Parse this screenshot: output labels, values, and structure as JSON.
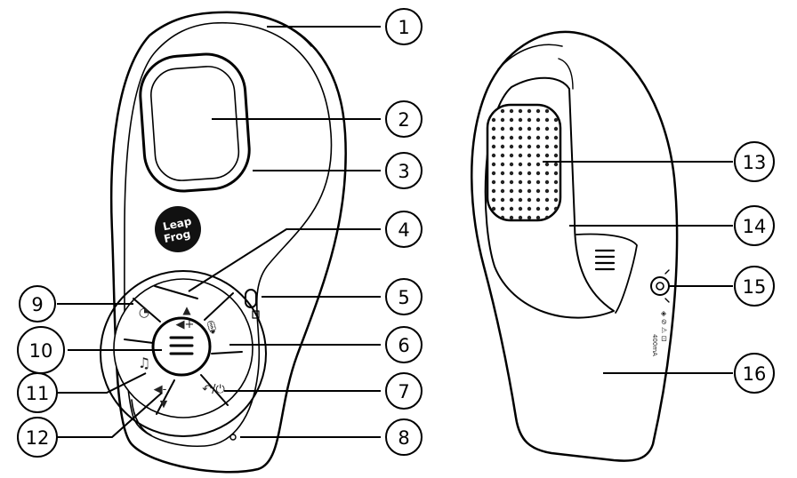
{
  "brand_logo": {
    "line1": "Leap",
    "line2": "Frog"
  },
  "button_icons": {
    "volume_up": "volume-up-icon",
    "talk": "microphone-icon",
    "back_power": "back-power-icon",
    "volume_down": "volume-down-icon",
    "music": "music-note-icon",
    "timer": "timer-icon",
    "menu": "menu-icon"
  },
  "led_icon": "battery-icon",
  "label_text": {
    "l1": "◈ ⊘ ⚠ ⊡",
    "l2": "400mA"
  },
  "callouts": {
    "c1": "1",
    "c2": "2",
    "c3": "3",
    "c4": "4",
    "c5": "5",
    "c6": "6",
    "c7": "7",
    "c8": "8",
    "c9": "9",
    "c10": "10",
    "c11": "11",
    "c12": "12",
    "c13": "13",
    "c14": "14",
    "c15": "15",
    "c16": "16"
  }
}
